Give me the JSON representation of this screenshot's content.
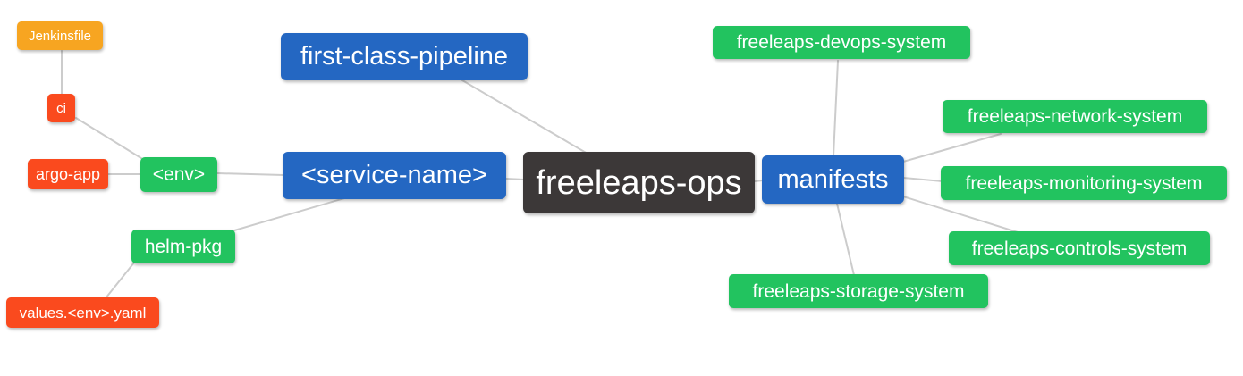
{
  "palette": {
    "blue": "#2467c2",
    "green": "#22c35f",
    "dark": "#3c3838",
    "red": "#fa4a1e",
    "orange": "#f7a521",
    "edge_line": "#cccccc",
    "text": "#ffffff",
    "background": "#ffffff"
  },
  "mindmap": {
    "root": {
      "label": "freeleaps-ops"
    },
    "nodes": {
      "jenkinsfile": {
        "label": "Jenkinsfile",
        "color": "orange"
      },
      "ci": {
        "label": "ci",
        "color": "red"
      },
      "argo_app": {
        "label": "argo-app",
        "color": "red"
      },
      "env": {
        "label": "<env>",
        "color": "green"
      },
      "helm_pkg": {
        "label": "helm-pkg",
        "color": "green"
      },
      "values_env_yaml": {
        "label": "values.<env>.yaml",
        "color": "red"
      },
      "first_class_pipeline": {
        "label": "first-class-pipeline",
        "color": "blue"
      },
      "service_name": {
        "label": "<service-name>",
        "color": "blue"
      },
      "freeleaps_ops": {
        "label": "freeleaps-ops",
        "color": "dark"
      },
      "manifests": {
        "label": "manifests",
        "color": "blue"
      },
      "devops_system": {
        "label": "freeleaps-devops-system",
        "color": "green"
      },
      "network_system": {
        "label": "freeleaps-network-system",
        "color": "green"
      },
      "monitoring_system": {
        "label": "freeleaps-monitoring-system",
        "color": "green"
      },
      "controls_system": {
        "label": "freeleaps-controls-system",
        "color": "green"
      },
      "storage_system": {
        "label": "freeleaps-storage-system",
        "color": "green"
      }
    },
    "edges": [
      {
        "from": "Jenkinsfile",
        "to": "ci"
      },
      {
        "from": "ci",
        "to": "<env>"
      },
      {
        "from": "argo-app",
        "to": "<env>"
      },
      {
        "from": "<env>",
        "to": "<service-name>"
      },
      {
        "from": "<service-name>",
        "to": "helm-pkg"
      },
      {
        "from": "helm-pkg",
        "to": "values.<env>.yaml"
      },
      {
        "from": "first-class-pipeline",
        "to": "freeleaps-ops"
      },
      {
        "from": "<service-name>",
        "to": "freeleaps-ops"
      },
      {
        "from": "freeleaps-ops",
        "to": "manifests"
      },
      {
        "from": "manifests",
        "to": "freeleaps-devops-system"
      },
      {
        "from": "manifests",
        "to": "freeleaps-network-system"
      },
      {
        "from": "manifests",
        "to": "freeleaps-monitoring-system"
      },
      {
        "from": "manifests",
        "to": "freeleaps-controls-system"
      },
      {
        "from": "manifests",
        "to": "freeleaps-storage-system"
      }
    ]
  }
}
